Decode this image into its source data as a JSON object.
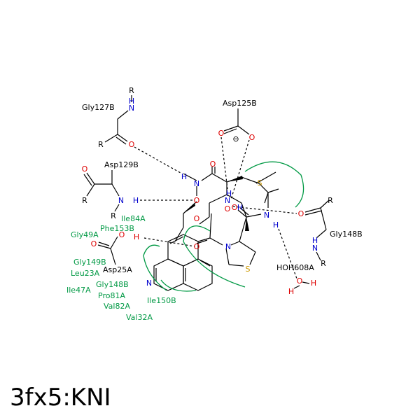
{
  "caption": "3fx5:KNI",
  "colors": {
    "bond": "#000000",
    "nitrogen": "#0000CC",
    "oxygen": "#DD0000",
    "sulfur": "#CC9900",
    "hydrophobic_residue": "#009944",
    "hbond_residue": "#000000"
  },
  "hbond_residues": [
    "Gly127B",
    "Asp125B",
    "Asp129B",
    "Asp25A",
    "Gly148B",
    "HOH608A"
  ],
  "hydrophobic_residues": [
    "Ile84A",
    "Phe153B",
    "Gly49A",
    "Gly149B",
    "Leu23A",
    "Ile47A",
    "Gly148B",
    "Pro81A",
    "Val82A",
    "Ile150B",
    "Val32A"
  ],
  "atoms": {
    "n": "N",
    "o": "O",
    "s": "S",
    "h": "H",
    "r": "R",
    "charge": "⊖"
  }
}
